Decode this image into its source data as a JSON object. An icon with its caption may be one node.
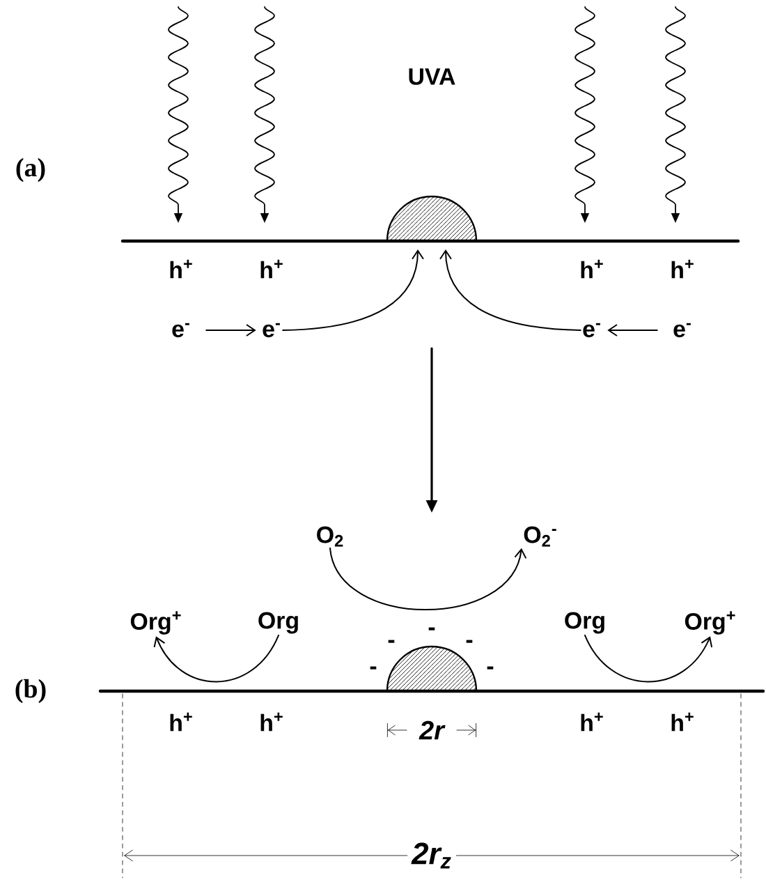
{
  "diagram": {
    "nodes": [
      {
        "text": [
          "h$^{+}$"
        ]
      },
      {
        "text": [
          "h$^{+}$"
        ]
      },
      {
        "text": [
          "h$^{+}$"
        ]
      },
      {
        "text": [
          "h$^{+}$"
        ]
      },
      {
        "text": [
          "e$^{-}$"
        ]
      },
      {
        "text": [
          "e$^{-}$"
        ]
      },
      {
        "text": [
          "e$^{-}$"
        ]
      },
      {
        "text": [
          "e$^{-}$"
        ]
      },
      {
        "text": [],
        "shape": "semicircle"
      },
      {
        "text": [
          "O$_{2}$"
        ]
      },
      {
        "text": [
          "O$_{2}$$^{-}$"
        ]
      },
      {
        "text": [
          "Org$^{+}$"
        ]
      },
      {
        "text": [
          "Org"
        ]
      },
      {
        "text": [
          "Org"
        ]
      },
      {
        "text": [
          "Org$^{+}$"
        ]
      },
      {
        "text": [],
        "shape": "semicircle"
      },
      {
        "text": [
          "h$^{+}$"
        ]
      },
      {
        "text": [
          "h$^{+}$"
        ]
      },
      {
        "text": [
          "h$^{+}$"
        ]
      },
      {
        "text": [
          "h$^{+}$"
        ]
      }
    ],
    "edges": [
      {
        "from": 4,
        "to": 5,
        "arrow": "to"
      },
      {
        "from": 7,
        "to": 6,
        "arrow": "to"
      },
      {
        "from": 5,
        "to": 8,
        "arrow": "to"
      },
      {
        "from": 6,
        "to": 8,
        "arrow": "to"
      },
      {
        "from": 9,
        "to": 10,
        "arrow": "to"
      },
      {
        "from": 12,
        "to": 11,
        "arrow": "to"
      },
      {
        "from": 13,
        "to": 14,
        "arrow": "to"
      }
    ],
    "labels": [
      "UVA",
      "(a)",
      "(b)",
      "-",
      "-",
      "-",
      "-",
      "-",
      "2r",
      "2r$_{z}$"
    ]
  }
}
